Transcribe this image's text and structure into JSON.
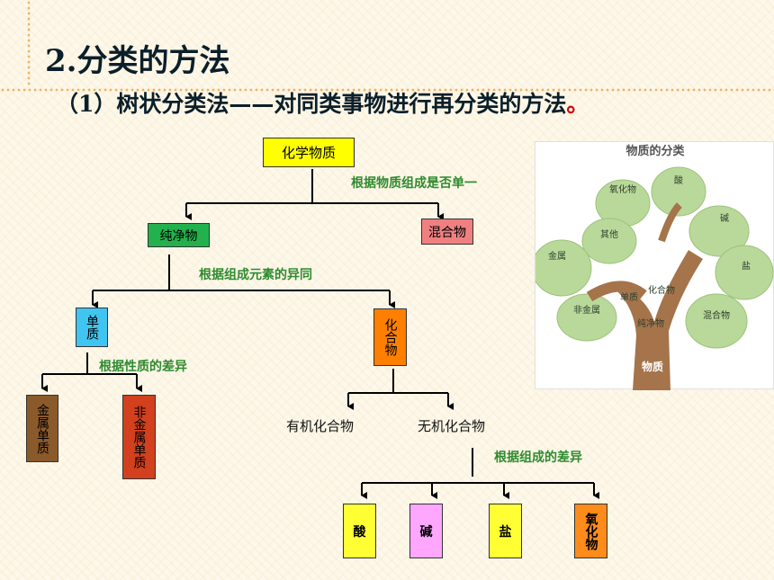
{
  "title": "2.分类的方法",
  "subtitle": {
    "main": "（1）树状分类法——对同类事物进行再分类的方法",
    "end": "。"
  },
  "nodes": {
    "root": "化学物质",
    "pure": "纯净物",
    "mixture": "混合物",
    "element": "单质",
    "compound": "化合物",
    "metal": "金属单质",
    "nonmetal": "非金属单质",
    "organic": "有机化合物",
    "inorganic": "无机化合物",
    "acid": "酸",
    "base": "碱",
    "salt": "盐",
    "oxide": "氧化物"
  },
  "criteria": {
    "c1": "根据物质组成是否单一",
    "c2": "根据组成元素的异同",
    "c3": "根据性质的差异",
    "c4": "根据组成的差异"
  },
  "tree_picture": {
    "heading": "物质的分类",
    "leaves": [
      "氧化物",
      "酸",
      "碱",
      "其他",
      "盐",
      "金属",
      "非金属",
      "混合物"
    ],
    "trunk": [
      "单质",
      "化合物",
      "纯净物",
      "物质"
    ]
  },
  "colors": {
    "root": "#ffff00",
    "pure": "#22b14c",
    "mixture": "#f08080",
    "element": "#40c4f0",
    "compound": "#ff7f00",
    "metal": "#8b5a2b",
    "nonmetal": "#d2401e",
    "acid": "#ffff33",
    "base": "#ffa6ff",
    "salt": "#ffff33",
    "oxide": "#ff8c1a",
    "criteria": "#2e8b2e"
  }
}
